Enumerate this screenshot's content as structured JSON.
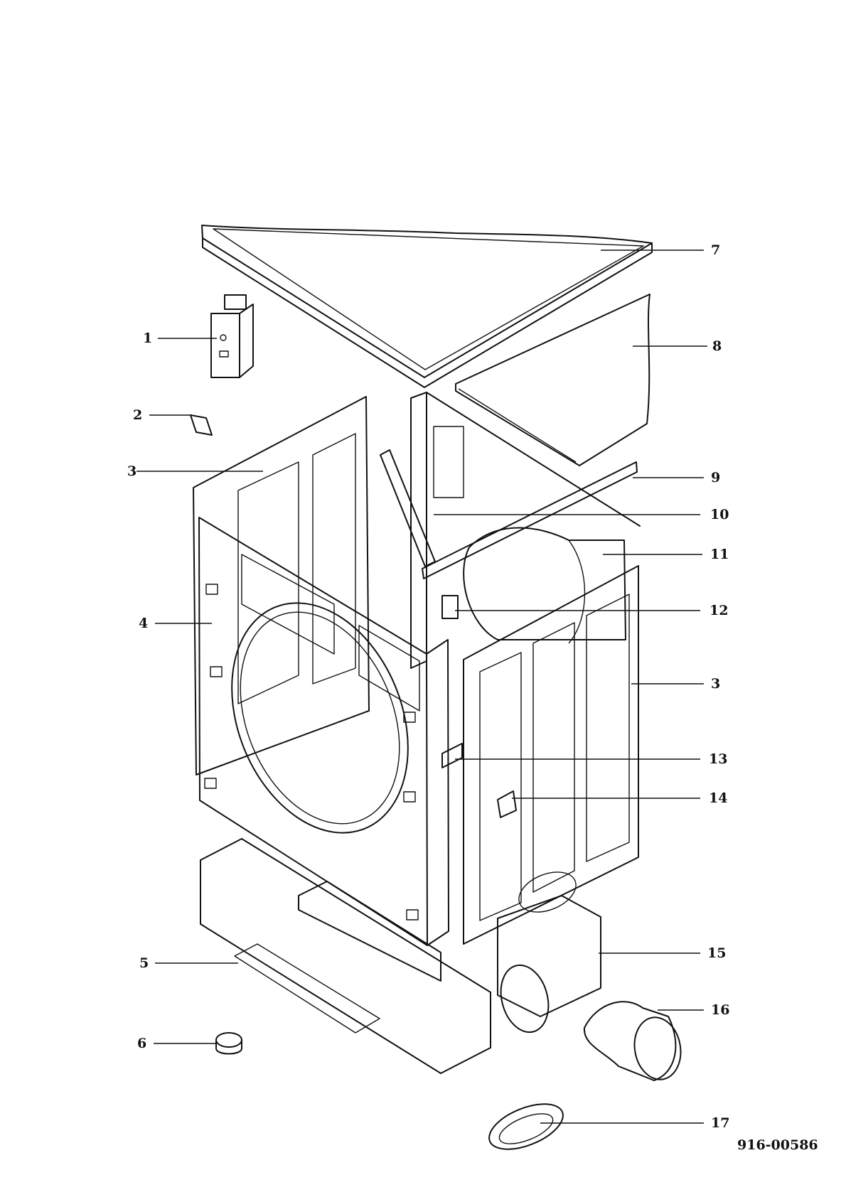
{
  "document_number": "916-00586",
  "callouts": [
    {
      "id": "c1",
      "label": "1"
    },
    {
      "id": "c2",
      "label": "2"
    },
    {
      "id": "c3a",
      "label": "3"
    },
    {
      "id": "c4",
      "label": "4"
    },
    {
      "id": "c5",
      "label": "5"
    },
    {
      "id": "c6",
      "label": "6"
    },
    {
      "id": "c7",
      "label": "7"
    },
    {
      "id": "c8",
      "label": "8"
    },
    {
      "id": "c9",
      "label": "9"
    },
    {
      "id": "c10",
      "label": "10"
    },
    {
      "id": "c11",
      "label": "11"
    },
    {
      "id": "c12",
      "label": "12"
    },
    {
      "id": "c3b",
      "label": "3"
    },
    {
      "id": "c13",
      "label": "13"
    },
    {
      "id": "c14",
      "label": "14"
    },
    {
      "id": "c15",
      "label": "15"
    },
    {
      "id": "c16",
      "label": "16"
    },
    {
      "id": "c17",
      "label": "17"
    }
  ]
}
